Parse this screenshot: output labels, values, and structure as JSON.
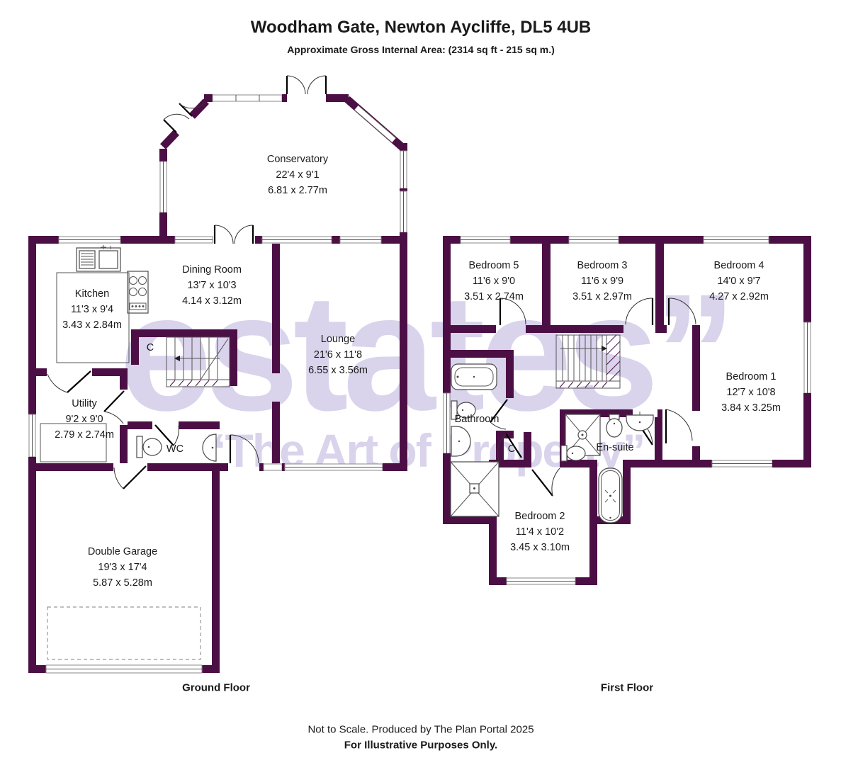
{
  "header": {
    "title": "Woodham Gate, Newton Aycliffe, DL5 4UB",
    "subtitle": "Approximate Gross Internal Area: (2314 sq ft - 215 sq m.)"
  },
  "watermark": {
    "line1": "estates”",
    "line2": "“The Art of Property”"
  },
  "colors": {
    "wall": "#4c0f45",
    "watermark": "#d9d3ec",
    "text": "#1a1a1a"
  },
  "ground_floor": {
    "label": "Ground Floor",
    "rooms": {
      "conservatory": {
        "name": "Conservatory",
        "imperial": "22'4 x 9'1",
        "metric": "6.81 x 2.77m"
      },
      "dining_room": {
        "name": "Dining Room",
        "imperial": "13'7 x 10'3",
        "metric": "4.14 x 3.12m"
      },
      "kitchen": {
        "name": "Kitchen",
        "imperial": "11'3 x 9'4",
        "metric": "3.43 x 2.84m"
      },
      "lounge": {
        "name": "Lounge",
        "imperial": "21'6 x 11'8",
        "metric": "6.55 x 3.56m"
      },
      "utility": {
        "name": "Utility",
        "imperial": "9'2 x 9'0",
        "metric": "2.79 x 2.74m"
      },
      "wc": {
        "name": "WC"
      },
      "cupboard": {
        "name": "C"
      },
      "double_garage": {
        "name": "Double Garage",
        "imperial": "19'3 x 17'4",
        "metric": "5.87 x 5.28m"
      }
    }
  },
  "first_floor": {
    "label": "First Floor",
    "rooms": {
      "bedroom_5": {
        "name": "Bedroom 5",
        "imperial": "11'6 x 9'0",
        "metric": "3.51 x 2.74m"
      },
      "bedroom_3": {
        "name": "Bedroom 3",
        "imperial": "11'6 x 9'9",
        "metric": "3.51 x 2.97m"
      },
      "bedroom_4": {
        "name": "Bedroom 4",
        "imperial": "14'0 x 9'7",
        "metric": "4.27 x 2.92m"
      },
      "bedroom_1": {
        "name": "Bedroom 1",
        "imperial": "12'7 x 10'8",
        "metric": "3.84 x 3.25m"
      },
      "bedroom_2": {
        "name": "Bedroom 2",
        "imperial": "11'4 x 10'2",
        "metric": "3.45 x 3.10m"
      },
      "bathroom": {
        "name": "Bathroom"
      },
      "cupboard": {
        "name": "C"
      },
      "ensuite": {
        "name": "En-suite"
      }
    }
  },
  "footer": {
    "line1": "Not to Scale. Produced by The Plan Portal 2025",
    "line2": "For Illustrative Purposes Only."
  }
}
